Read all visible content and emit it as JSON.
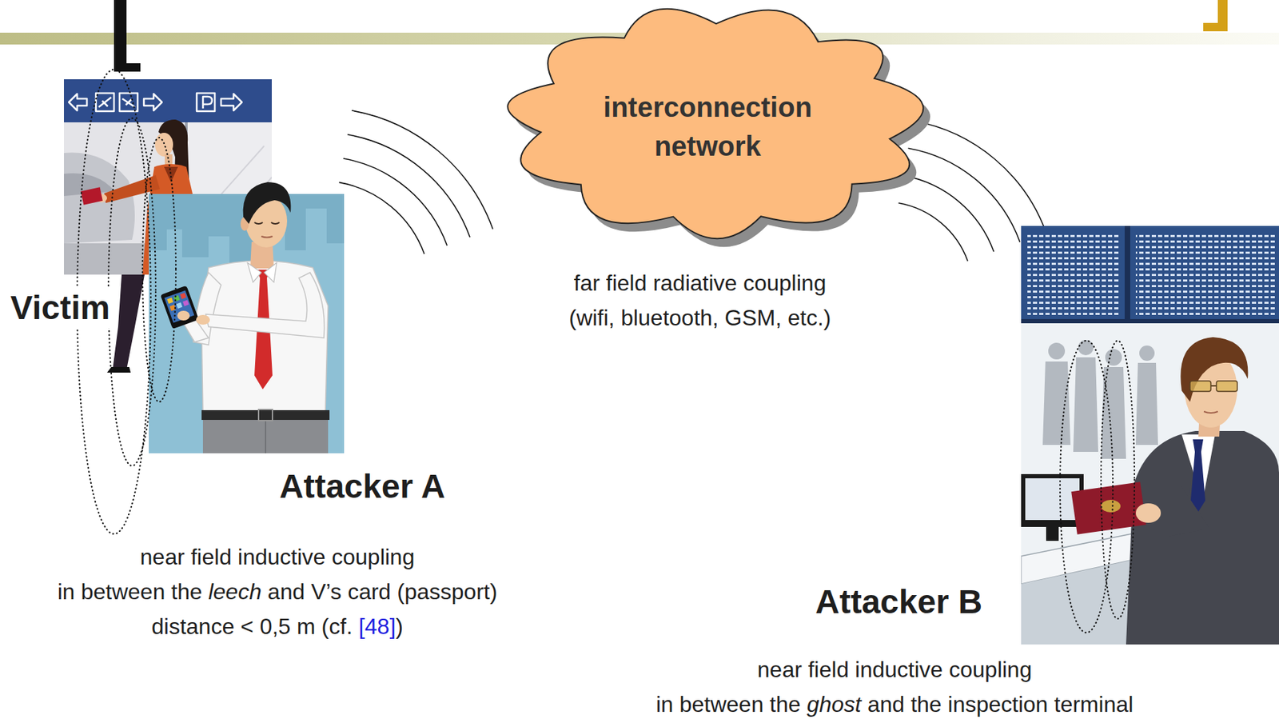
{
  "diagram": {
    "nodes": [
      {
        "text": [
          "interconnection network"
        ]
      }
    ],
    "labels": [
      "Victim",
      "Attacker A",
      "Attacker B",
      "far field radiative coupling (wifi, bluetooth, GSM, etc.)",
      "near field inductive coupling in between the leech and V’s card (passport) distance < 0,5 m (cf. [48])",
      "near field inductive coupling in between the ghost and the inspection terminal"
    ]
  }
}
